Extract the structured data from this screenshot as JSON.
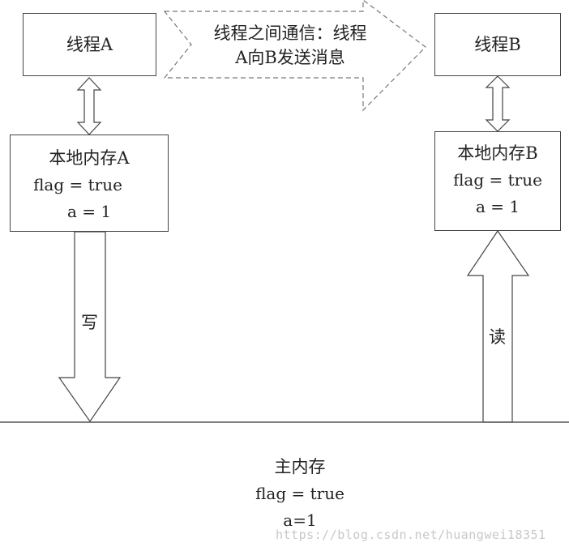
{
  "thread_a": {
    "label": "线程A"
  },
  "thread_b": {
    "label": "线程B"
  },
  "message": {
    "line1": "线程之间通信：线程",
    "line2": "A向B发送消息"
  },
  "local_a": {
    "title": "本地内存A",
    "flag": "flag = true",
    "a": "a = 1"
  },
  "local_b": {
    "title": "本地内存B",
    "flag": "flag = true",
    "a": "a = 1"
  },
  "write_label": "写",
  "read_label": "读",
  "main_memory": {
    "title": "主内存",
    "flag": "flag = true",
    "a": "a=1"
  },
  "watermark": "https://blog.csdn.net/huangwei18351"
}
